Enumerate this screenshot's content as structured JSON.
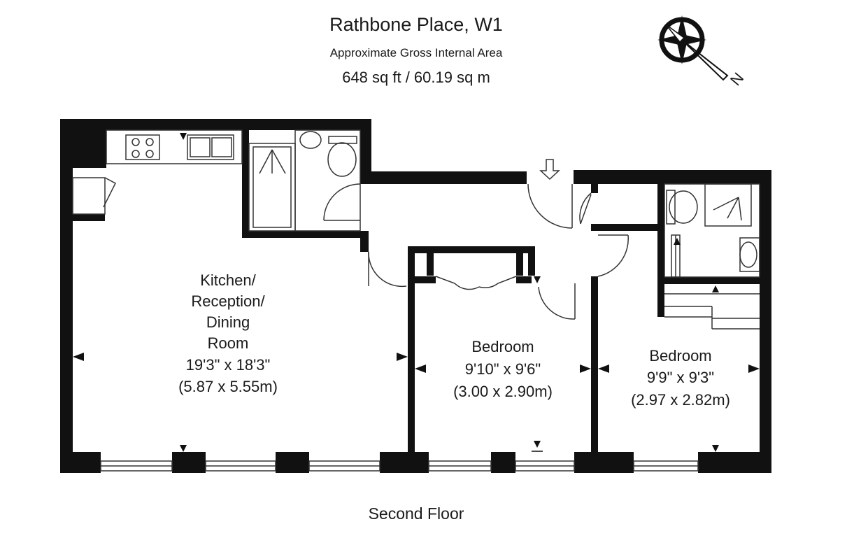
{
  "header": {
    "title": "Rathbone Place, W1",
    "subtitle": "Approximate Gross Internal Area",
    "area": "648 sq ft  /  60.19 sq m"
  },
  "rooms": {
    "kitchen": {
      "line1": "Kitchen/",
      "line2": "Reception/",
      "line3": "Dining",
      "line4": "Room",
      "imperial": "19'3\" x 18'3\"",
      "metric": "(5.87 x 5.55m)"
    },
    "bedroom1": {
      "name": "Bedroom",
      "imperial": "9'10\" x 9'6\"",
      "metric": "(3.00 x 2.90m)"
    },
    "bedroom2": {
      "name": "Bedroom",
      "imperial": "9'9\" x 9'3\"",
      "metric": "(2.97 x 2.82m)"
    }
  },
  "compass": {
    "label": "N"
  },
  "footer": {
    "floor": "Second Floor"
  },
  "colors": {
    "wall": "#111111",
    "line": "#333333",
    "text": "#1a1a1a"
  }
}
